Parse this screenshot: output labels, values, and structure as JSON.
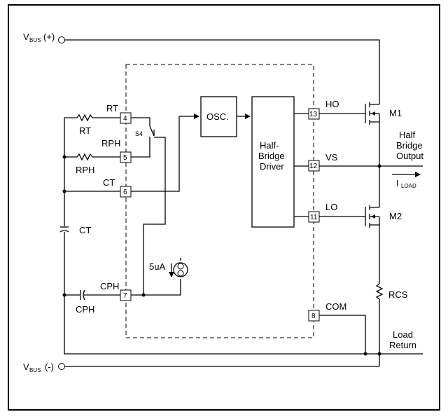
{
  "labels": {
    "vbus_pos_main": "V",
    "vbus_pos_sub": "BUS",
    "vbus_pos_sign": "(+)",
    "vbus_neg_main": "V",
    "vbus_neg_sub": "BUS",
    "vbus_neg_sign": "(-)",
    "rt_pin": "RT",
    "rt_comp": "RT",
    "rph_pin": "RPH",
    "rph_comp": "RPH",
    "ct_pin": "CT",
    "ct_comp": "CT",
    "cph_pin": "CPH",
    "cph_comp": "CPH",
    "s4": "S4",
    "current_source": "5uA",
    "osc": "OSC.",
    "driver_line1": "Half-",
    "driver_line2": "Bridge",
    "driver_line3": "Driver",
    "ho": "HO",
    "vs": "VS",
    "lo": "LO",
    "com": "COM",
    "m1": "M1",
    "m2": "M2",
    "rcs": "RCS",
    "half_line1": "Half",
    "half_line2": "Bridge",
    "half_line3": "Output",
    "iload_main": "I",
    "iload_sub": "LOAD",
    "load_line1": "Load",
    "load_line2": "Return"
  },
  "pins": {
    "p4": "4",
    "p5": "5",
    "p6": "6",
    "p7": "7",
    "p8": "8",
    "p11": "11",
    "p12": "12",
    "p13": "13"
  }
}
